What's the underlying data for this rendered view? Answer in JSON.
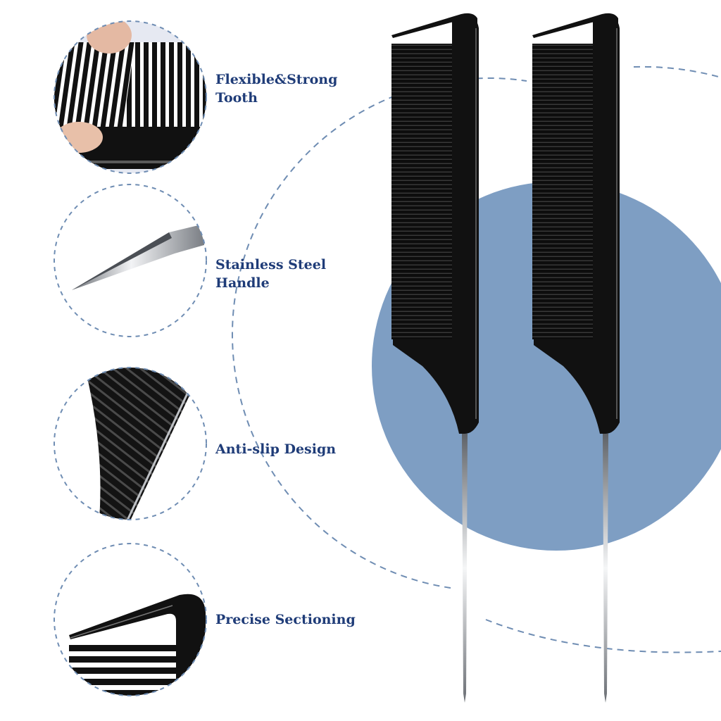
{
  "colors": {
    "accent_blue": "#1f3c78",
    "circle_blue": "#7e9ec3",
    "dash_blue": "#6f8db3",
    "comb_black": "#141414",
    "steel": "#c9ccd0"
  },
  "features": [
    {
      "label": "Flexible&Strong\nTooth",
      "icon": "comb-teeth-closeup"
    },
    {
      "label": "Stainless Steel\nHandle",
      "icon": "steel-pin-closeup"
    },
    {
      "label": "Anti-slip Design",
      "icon": "ridged-grip-closeup"
    },
    {
      "label": "Precise Sectioning",
      "icon": "parting-hook-closeup"
    }
  ],
  "products": [
    {
      "name": "rat-tail-comb",
      "icon": "rat-tail-comb-icon"
    },
    {
      "name": "rat-tail-comb",
      "icon": "rat-tail-comb-icon"
    }
  ]
}
